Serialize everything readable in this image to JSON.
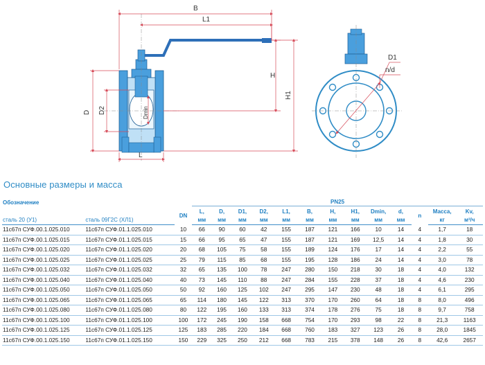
{
  "drawing": {
    "labels": {
      "B": "B",
      "L1": "L1",
      "H": "H",
      "H1": "H1",
      "D": "D",
      "D2": "D2",
      "Dmin": "Dmin",
      "L": "L",
      "D1": "D1",
      "nd": "n/d"
    }
  },
  "section_title": "Основные размеры и масса",
  "table": {
    "header": {
      "designation": "Обозначение",
      "steel1": "сталь 20 (У1)",
      "steel2": "сталь 09Г2С (ХЛ1)",
      "pn": "PN25",
      "cols": [
        {
          "top": "DN",
          "bottom": ""
        },
        {
          "top": "L,",
          "bottom": "мм"
        },
        {
          "top": "D,",
          "bottom": "мм"
        },
        {
          "top": "D1,",
          "bottom": "мм"
        },
        {
          "top": "D2,",
          "bottom": "мм"
        },
        {
          "top": "L1,",
          "bottom": "мм"
        },
        {
          "top": "B,",
          "bottom": "мм"
        },
        {
          "top": "H,",
          "bottom": "мм"
        },
        {
          "top": "H1,",
          "bottom": "мм"
        },
        {
          "top": "Dmin,",
          "bottom": "мм"
        },
        {
          "top": "d,",
          "bottom": "мм"
        },
        {
          "top": "n",
          "bottom": ""
        },
        {
          "top": "Масса,",
          "bottom": "кг"
        },
        {
          "top": "Kv,",
          "bottom": "м³/ч"
        }
      ]
    },
    "rows": [
      [
        "11с67п СУФ.00.1.025.010",
        "11с67п СУФ.01.1.025.010",
        "10",
        "66",
        "90",
        "60",
        "42",
        "155",
        "187",
        "121",
        "166",
        "10",
        "14",
        "4",
        "1,7",
        "18"
      ],
      [
        "11с67п СУФ.00.1.025.015",
        "11с67п СУФ.01.1.025.015",
        "15",
        "66",
        "95",
        "65",
        "47",
        "155",
        "187",
        "121",
        "169",
        "12,5",
        "14",
        "4",
        "1,8",
        "30"
      ],
      [
        "11с67п СУФ.00.1.025.020",
        "11с67п СУФ.01.1.025.020",
        "20",
        "68",
        "105",
        "75",
        "58",
        "155",
        "189",
        "124",
        "176",
        "17",
        "14",
        "4",
        "2,2",
        "55"
      ],
      [
        "11с67п СУФ.00.1.025.025",
        "11с67п СУФ.01.1.025.025",
        "25",
        "79",
        "115",
        "85",
        "68",
        "155",
        "195",
        "128",
        "186",
        "24",
        "14",
        "4",
        "3,0",
        "78"
      ],
      [
        "11с67п СУФ.00.1.025.032",
        "11с67п СУФ.01.1.025.032",
        "32",
        "65",
        "135",
        "100",
        "78",
        "247",
        "280",
        "150",
        "218",
        "30",
        "18",
        "4",
        "4,0",
        "132"
      ],
      [
        "11с67п СУФ.00.1.025.040",
        "11с67п СУФ.01.1.025.040",
        "40",
        "73",
        "145",
        "110",
        "88",
        "247",
        "284",
        "155",
        "228",
        "37",
        "18",
        "4",
        "4,6",
        "230"
      ],
      [
        "11с67п СУФ.00.1.025.050",
        "11с67п СУФ.01.1.025.050",
        "50",
        "92",
        "160",
        "125",
        "102",
        "247",
        "295",
        "147",
        "230",
        "48",
        "18",
        "4",
        "6,1",
        "295"
      ],
      [
        "11с67п СУФ.00.1.025.065",
        "11с67п СУФ.01.1.025.065",
        "65",
        "114",
        "180",
        "145",
        "122",
        "313",
        "370",
        "170",
        "260",
        "64",
        "18",
        "8",
        "8,0",
        "496"
      ],
      [
        "11с67п СУФ.00.1.025.080",
        "11с67п СУФ.01.1.025.080",
        "80",
        "122",
        "195",
        "160",
        "133",
        "313",
        "374",
        "178",
        "276",
        "75",
        "18",
        "8",
        "9,7",
        "758"
      ],
      [
        "11с67п СУФ.00.1.025.100",
        "11с67п СУФ.01.1.025.100",
        "100",
        "172",
        "245",
        "190",
        "158",
        "668",
        "754",
        "170",
        "293",
        "98",
        "22",
        "8",
        "21,3",
        "1163"
      ],
      [
        "11с67п СУФ.00.1.025.125",
        "11с67п СУФ.01.1.025.125",
        "125",
        "183",
        "285",
        "220",
        "184",
        "668",
        "760",
        "183",
        "327",
        "123",
        "26",
        "8",
        "28,0",
        "1845"
      ],
      [
        "11с67п СУФ.00.1.025.150",
        "11с67п СУФ.01.1.025.150",
        "150",
        "229",
        "325",
        "250",
        "212",
        "668",
        "783",
        "215",
        "378",
        "148",
        "26",
        "8",
        "42,6",
        "2657"
      ]
    ]
  },
  "colors": {
    "valve_blue": "#4a9fdd",
    "valve_light": "#bfe0f6",
    "handle_blue": "#2d6fb8",
    "dim_red": "#d64a58",
    "accent": "#2f8cc6"
  }
}
